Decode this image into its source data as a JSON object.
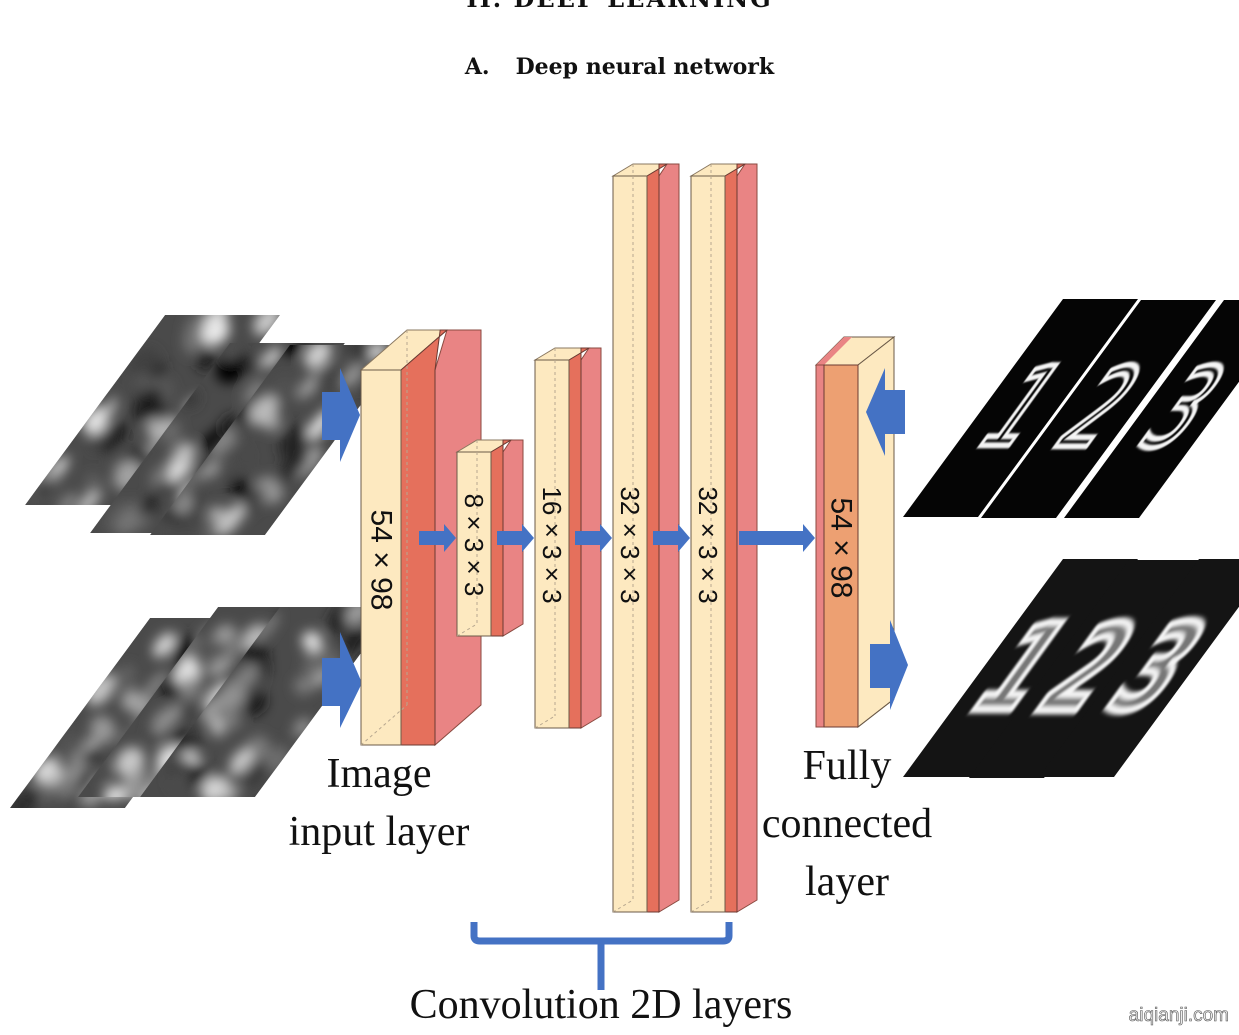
{
  "section_heading": "II.   DEEP LEARNING",
  "subsection": {
    "number": "A.",
    "title": "Deep neural network"
  },
  "figure": {
    "colors": {
      "layer_face": "#fde9c0",
      "layer_side": "#e5705c",
      "layer_back": "#e98484",
      "fc_face": "#eda072",
      "arrow": "#4472c4",
      "bracket": "#4472c4"
    },
    "input_groups": [
      {
        "name": "noisy-input-stack-top",
        "frames": 3
      },
      {
        "name": "noisy-input-stack-bottom",
        "frames": 3
      }
    ],
    "layers": [
      {
        "id": "input",
        "dims": "54 × 98"
      },
      {
        "id": "conv1",
        "dims": "8 × 3 × 3"
      },
      {
        "id": "conv2",
        "dims": "16 × 3 × 3"
      },
      {
        "id": "conv3",
        "dims": "32 × 3 × 3"
      },
      {
        "id": "conv4",
        "dims": "32 × 3 × 3"
      },
      {
        "id": "fc",
        "dims": "54 × 98"
      }
    ],
    "labels": {
      "input_layer": [
        "Image",
        "input layer"
      ],
      "fc_layer": [
        "Fully",
        "connected",
        "layer"
      ],
      "conv_group": "Convolution 2D layers"
    },
    "output_groups": [
      {
        "name": "target-digits",
        "digits": [
          "1",
          "2",
          "3"
        ],
        "style": "sharp"
      },
      {
        "name": "reconstructed-digits",
        "digits": [
          "1",
          "2",
          "3"
        ],
        "style": "blurred"
      }
    ]
  },
  "watermark": "aiqianji.com"
}
